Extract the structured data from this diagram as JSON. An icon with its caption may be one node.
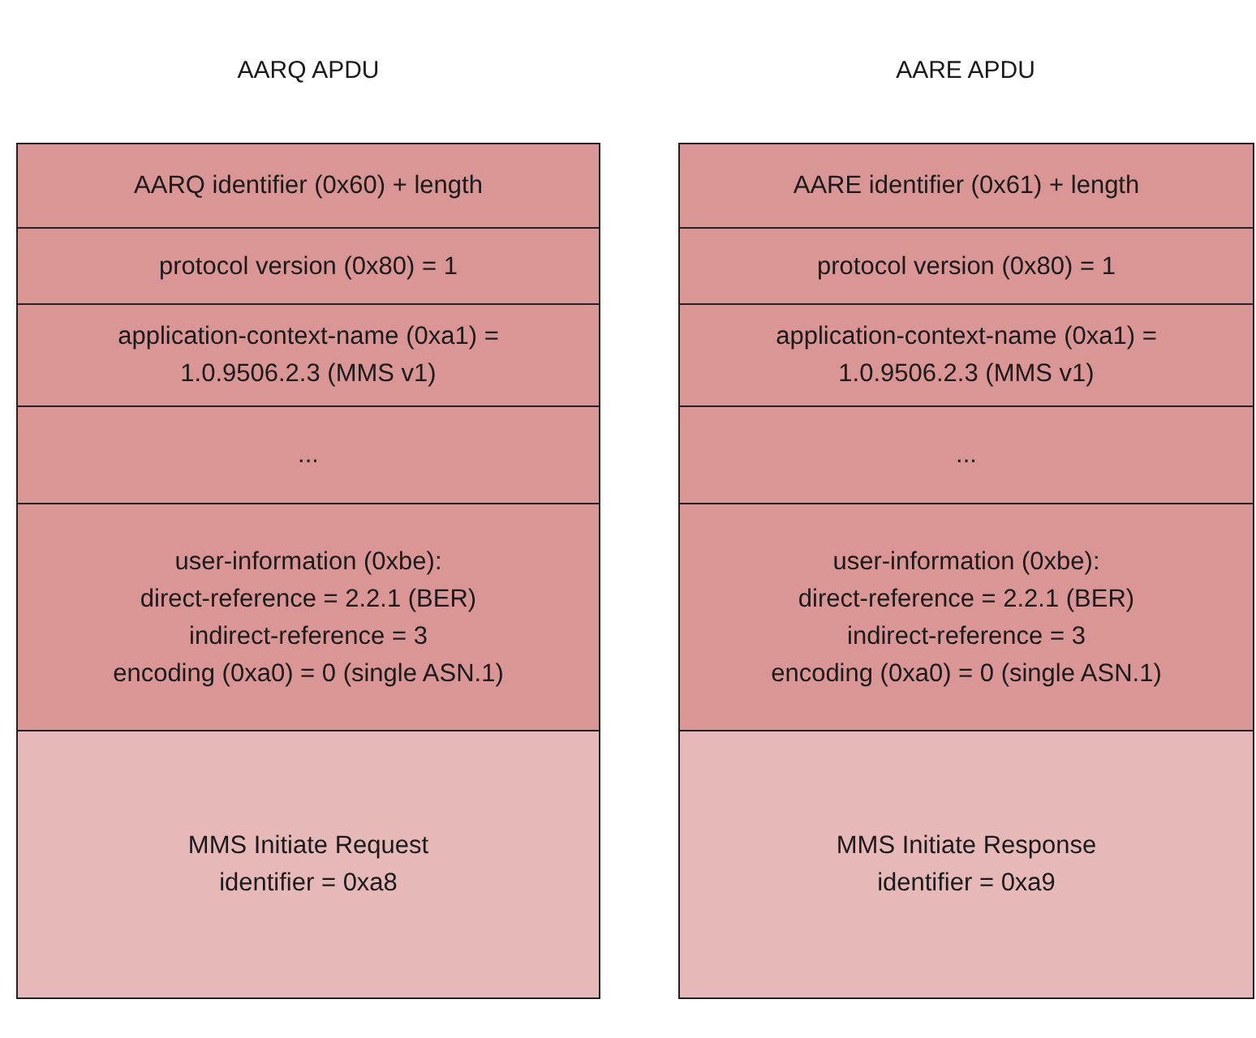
{
  "diagram": {
    "nodes": [
      {
        "text": [
          "AARQ identifier (0x60) + length"
        ]
      },
      {
        "text": [
          "protocol version (0x80) = 1"
        ]
      },
      {
        "text": [
          "application-context-name (0xa1) = 1.0.9506.2.3 (MMS v1)"
        ]
      },
      {
        "text": [
          "..."
        ]
      },
      {
        "text": [
          "user-information (0xbe):",
          "direct-reference = 2.2.1 (BER)",
          "indirect-reference = 3",
          "encoding (0xa0) = 0 (single ASN.1)"
        ]
      },
      {
        "text": [
          "MMS Initiate Request",
          "identifier = 0xa8"
        ]
      },
      {
        "text": [
          "AARE identifier (0x61) + length"
        ]
      },
      {
        "text": [
          "protocol version (0x80) = 1"
        ]
      },
      {
        "text": [
          "application-context-name (0xa1) = 1.0.9506.2.3 (MMS v1)"
        ]
      },
      {
        "text": [
          "..."
        ]
      },
      {
        "text": [
          "user-information (0xbe):",
          "direct-reference = 2.2.1 (BER)",
          "indirect-reference = 3",
          "encoding (0xa0) = 0 (single ASN.1)"
        ]
      },
      {
        "text": [
          "MMS Initiate Response",
          "identifier = 0xa9"
        ]
      }
    ],
    "labels": [
      "AARQ APDU",
      "AARE APDU"
    ]
  }
}
